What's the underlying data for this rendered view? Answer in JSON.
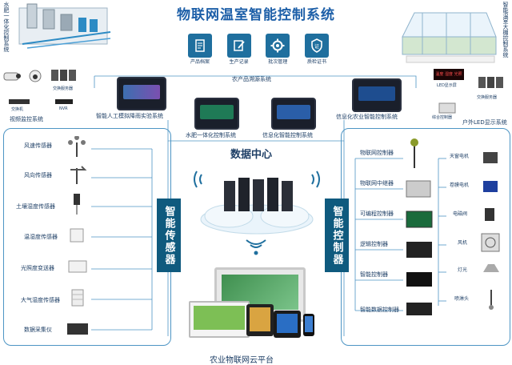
{
  "title": "物联网温室智能控制系统",
  "left_vertical": "水肥一体化控制系统",
  "right_vertical": "智能温室大棚控制系统",
  "trace": {
    "tiles": [
      "产品档案",
      "生产记录",
      "批次管理",
      "质检证书"
    ],
    "system_label": "农产品溯源系统"
  },
  "left_top": {
    "switch_label": "交换机",
    "nvr_label": "NVR",
    "video_label": "视频监控系统",
    "server_label": "交换服务器"
  },
  "right_top": {
    "led_label": "LED显示屏",
    "server_label": "交换服务器",
    "ctrl_label": "综合控制器",
    "outdoor_label": "户外LED显示系统",
    "led_text": "温度 湿度 光照"
  },
  "systems": {
    "rain": "智能人工模拟降雨实验系统",
    "water": "水肥一体化控制系统",
    "info": "信息化智能控制系统",
    "agri": "信息化农业智能控制系统"
  },
  "center": {
    "title": "数据中心",
    "footer": "农业物联网云平台"
  },
  "sensors": {
    "block": "智能传感器",
    "items": [
      "风速传感器",
      "风向传感器",
      "土壤湿度传感器",
      "温湿度传感器",
      "光照度变送器",
      "大气湿度传感器",
      "数据采集仪"
    ]
  },
  "controllers": {
    "block": "智能控制器",
    "items": [
      "物联网控制器",
      "物联网中继器",
      "可编程控制器",
      "逻辑控制器",
      "智能控制器",
      "智能数据控制器"
    ],
    "devices": [
      "天窗电机",
      "卷膜电机",
      "电磁阀",
      "风机",
      "灯光",
      "喷淋头"
    ]
  },
  "colors": {
    "accent": "#1d5fa8",
    "block": "#0f5a7e",
    "tile": "#1f6f9e",
    "line": "#4d95c4"
  }
}
